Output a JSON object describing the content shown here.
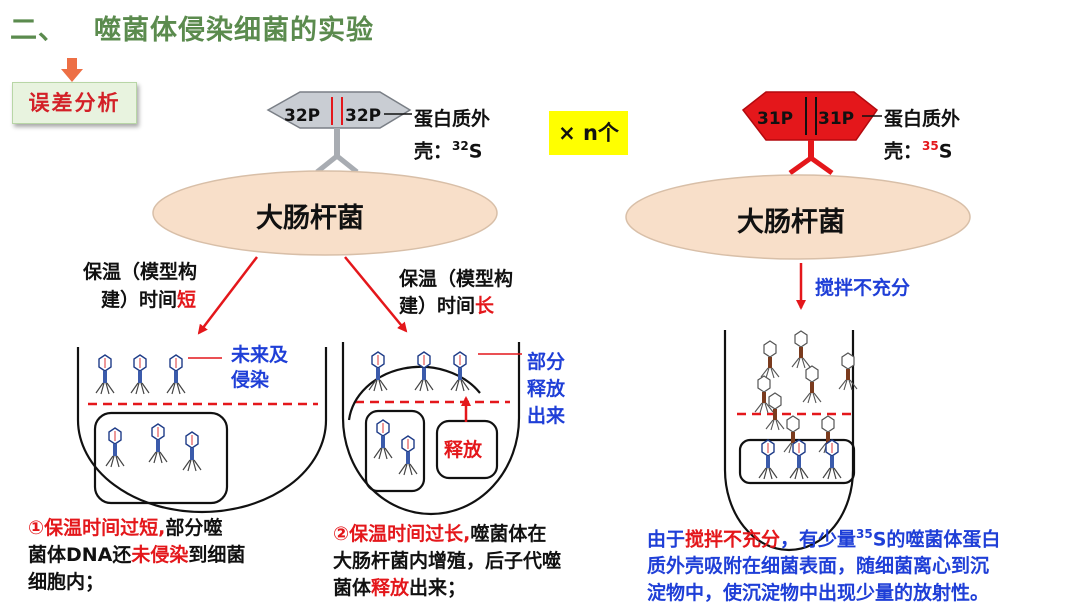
{
  "title": {
    "num": "二、",
    "text": "噬菌体侵染细菌的实验"
  },
  "tag": "误差分析",
  "phage_left": {
    "p_label": "32P",
    "shell_line1": "蛋白质外",
    "shell_line2_prefix": "壳：",
    "shell_iso": "32",
    "shell_elem": "S"
  },
  "multiplier": "× n个",
  "phage_right": {
    "p_label": "31P",
    "shell_line1": "蛋白质外",
    "shell_line2_prefix": "壳：",
    "shell_iso": "35",
    "shell_elem": "S"
  },
  "ecoli_label": "大肠杆菌",
  "arrow_left": {
    "line1": "保温（模型构",
    "line2_prefix": "建）时间",
    "line2_red": "短"
  },
  "arrow_mid": {
    "line1": "保温（模型构",
    "line2_prefix": "建）时间",
    "line2_red": "长"
  },
  "arrow_right": "搅拌不充分",
  "tube1_note": [
    "未来及",
    "侵染"
  ],
  "tube2_note": [
    "部分",
    "释放",
    "出来"
  ],
  "release_label": "释放",
  "para1": {
    "a_red": "①保温时间过短,",
    "a_black": "部分噬",
    "b": "菌体DNA还",
    "b_red": "未侵染",
    "b_black": "到细菌",
    "c": "细胞内；"
  },
  "para2": {
    "a_red": "②保温时间过长,",
    "a_black": "噬菌体在",
    "b": "大肠杆菌内增殖，后子代噬",
    "c_pre": "菌体",
    "c_red": "释放",
    "c_post": "出来；"
  },
  "para3": {
    "a_pre": "由于",
    "a_red": "搅拌不充分",
    "a_mid": "，有少量",
    "a_sup": "35",
    "a_post": "S的噬菌体蛋白",
    "b": "质外壳吸附在细菌表面，随细菌离心到沉",
    "c": "淀物中，使沉淀物中出现少量的放射性。"
  },
  "colors": {
    "title_green": "#5b8b4e",
    "red": "#e4171b",
    "blue": "#1f3fd7",
    "ellipse": "#f8dfc9",
    "multiplier_bg": "#ffff00"
  }
}
